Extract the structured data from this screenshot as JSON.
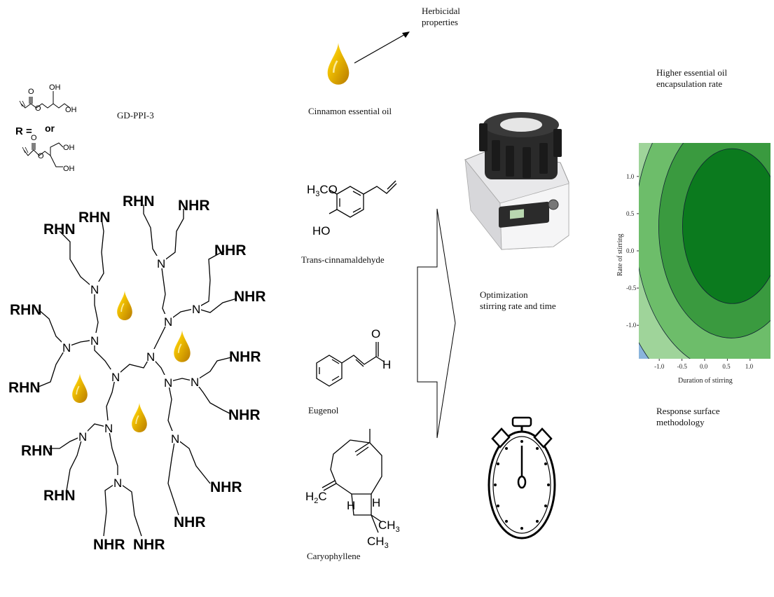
{
  "dendrimer": {
    "name": "GD-PPI-3",
    "r_label": "R =",
    "or_label": "or",
    "oh": "OH",
    "o": "O",
    "n_atom": "N",
    "rhn": "RHN",
    "nhr": "NHR"
  },
  "oil": {
    "label": "Cinnamon essential oil",
    "property_label": "Herbicidal properties",
    "property_line1": "Herbicidal",
    "property_line2": "properties"
  },
  "compounds": [
    {
      "name": "Trans-cinnamaldehyde"
    },
    {
      "name": "Eugenol"
    },
    {
      "name": "Caryophyllene"
    }
  ],
  "atoms": {
    "h3co": "H3CO",
    "ho": "HO",
    "o": "O",
    "h": "H",
    "h2c": "H2C",
    "ch3": "CH3"
  },
  "process": {
    "line1": "Optimization",
    "line2": "stirring rate and time"
  },
  "result": {
    "line1": "Higher essential oil",
    "line2": "encapsulation rate"
  },
  "rsm": {
    "line1": "Response surface",
    "line2": "methodology"
  },
  "colors": {
    "oil_gold": "#e0a800",
    "contour_dark_green": "#0a7a1a",
    "contour_light_green": "#7dc47d",
    "contour_blue": "#1f3fcf"
  },
  "chart_data": {
    "type": "heatmap",
    "subtype": "contour",
    "xlabel": "Duration of stirring",
    "ylabel": "Rate of stirring",
    "xticks": [
      "-1.0",
      "-0.5",
      "0.0",
      "0.5",
      "1.0"
    ],
    "yticks": [
      "1.0",
      "0.5",
      "0.0",
      "-0.5",
      "-1.0"
    ],
    "xlim": [
      -1.45,
      1.45
    ],
    "ylim": [
      -1.45,
      1.45
    ],
    "optimum": {
      "x": 0.5,
      "y": 0.3
    },
    "levels": 6,
    "colormap": [
      "#1a2fd0",
      "#5a7de0",
      "#8ab4dc",
      "#9fd49a",
      "#6dbd6a",
      "#3a9a3f",
      "#0b7a1e"
    ]
  }
}
